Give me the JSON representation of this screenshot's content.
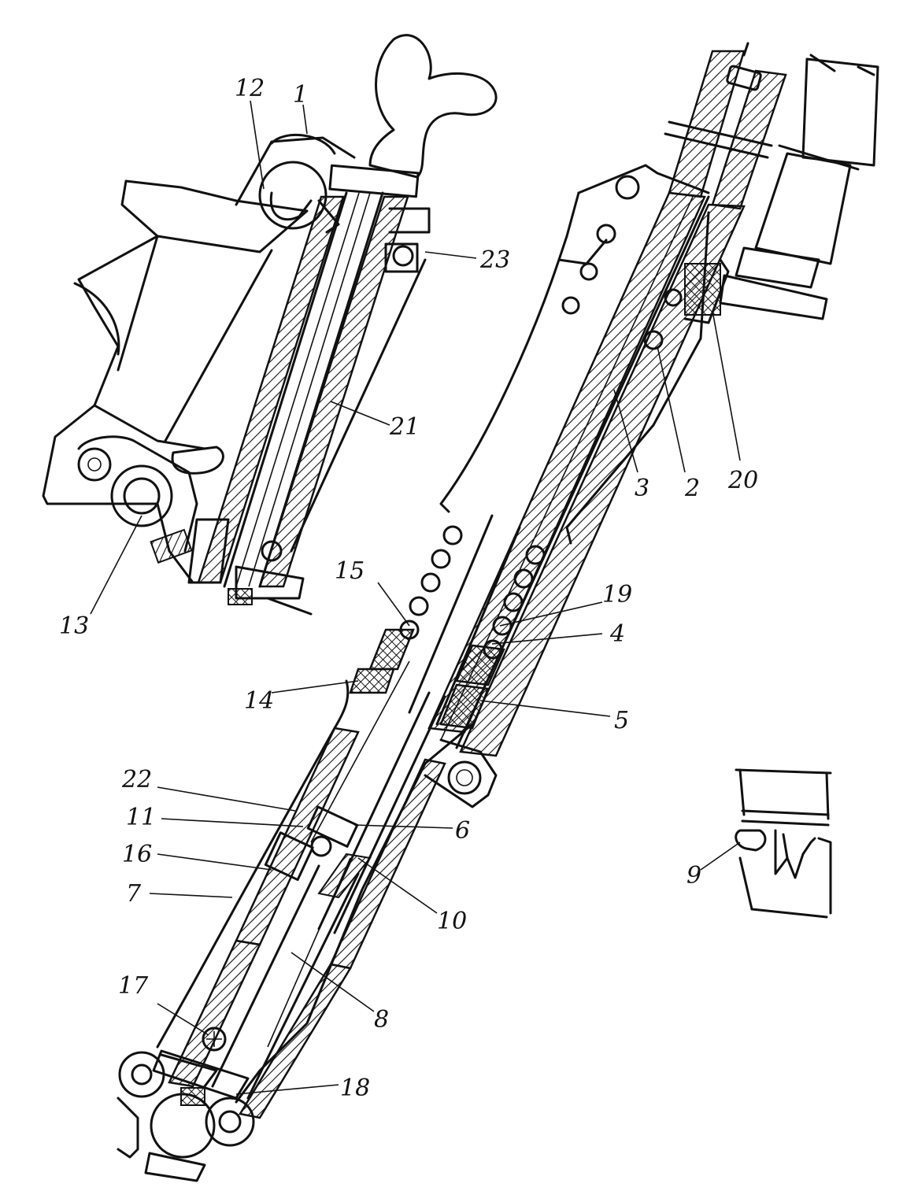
{
  "diagram": {
    "labels": {
      "l1": "1",
      "l2": "2",
      "l3": "3",
      "l4": "4",
      "l5": "5",
      "l6": "6",
      "l7": "7",
      "l8": "8",
      "l9": "9",
      "l10": "10",
      "l11": "11",
      "l12": "12",
      "l13": "13",
      "l14": "14",
      "l15": "15",
      "l16": "16",
      "l17": "17",
      "l18": "18",
      "l19": "19",
      "l20": "20",
      "l21": "21",
      "l22": "22",
      "l23": "23"
    },
    "colors": {
      "ink": "#111111",
      "paper": "#ffffff"
    }
  }
}
